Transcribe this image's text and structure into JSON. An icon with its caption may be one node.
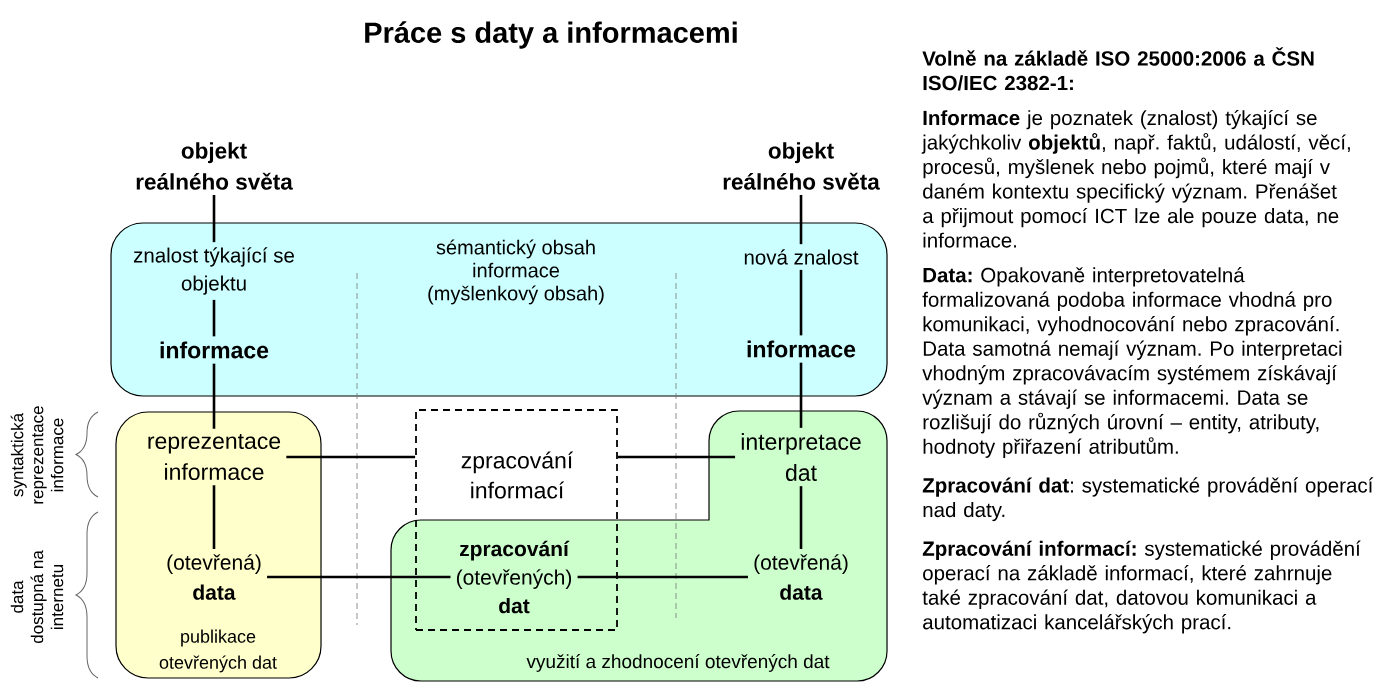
{
  "diagram": {
    "title": "Práce s daty a informacemi",
    "nodes": [
      {
        "text": [
          "objekt reálného světa"
        ]
      },
      {
        "text": [
          "objekt reálného světa"
        ]
      },
      {
        "text": [
          "sémantický obsah informace (myšlenkový obsah)"
        ]
      },
      {
        "text": [
          "znalost týkající se objektu"
        ],
        "in": 2
      },
      {
        "text": [
          "nová znalost"
        ],
        "in": 2
      },
      {
        "text": [
          "informace"
        ],
        "in": 2
      },
      {
        "text": [
          "informace"
        ],
        "in": 2
      },
      {
        "text": [
          "publikace otevřených dat"
        ]
      },
      {
        "text": [
          "reprezentace informace"
        ],
        "in": 7
      },
      {
        "text": [
          "zpracování informací"
        ]
      },
      {
        "text": [
          "využití a zhodnocení otevřených dat"
        ]
      },
      {
        "text": [
          "interpretace dat"
        ],
        "in": 10
      },
      {
        "text": [
          "(otevřená) **data**"
        ],
        "in": 7
      },
      {
        "text": [
          "**zpracování** (otevřených) **dat**"
        ],
        "in": 9
      },
      {
        "text": [
          "(otevřená) **data**"
        ],
        "in": 10
      }
    ],
    "edges": [
      {
        "from": 0,
        "to": 3,
        "arrow": "none"
      },
      {
        "from": 3,
        "to": 5,
        "arrow": "none"
      },
      {
        "from": 5,
        "to": 8,
        "arrow": "none"
      },
      {
        "from": 8,
        "to": 12,
        "arrow": "none"
      },
      {
        "from": 8,
        "to": 9,
        "arrow": "none"
      },
      {
        "from": 9,
        "to": 11,
        "arrow": "none"
      },
      {
        "from": 12,
        "to": 13,
        "arrow": "none"
      },
      {
        "from": 13,
        "to": 14,
        "arrow": "none"
      },
      {
        "from": 11,
        "to": 14,
        "arrow": "none"
      },
      {
        "from": 6,
        "to": 11,
        "arrow": "none"
      },
      {
        "from": 4,
        "to": 6,
        "arrow": "none"
      },
      {
        "from": 1,
        "to": 4,
        "arrow": "none"
      }
    ],
    "labels": [
      "syntaktická reprezentace informace",
      "data dostupná na internetu",
      "Volně na základě ISO 25000:2006 a ČSN ISO/IEC 2382-1:",
      "**Informace** je poznatek (znalost) týkající se jakýchkoliv **objektů**, např. faktů, událostí, věcí, procesů, myšlenek nebo pojmů, které mají v daném kontextu specifický význam. Přenášet a přijmout pomocí ICT lze ale pouze data, ne informace.",
      "**Data:** Opakovaně interpretovatelná formalizovaná podoba informace vhodná pro komunikaci, vyhodnocování nebo zpracování. Data samotná nemají význam. Po interpretaci vhodným zpracovávacím systémem získávají význam a stávají se informacemi. Data se rozlišují do různých úrovní – entity, atributy, hodnoty přiřazení atributům.",
      "**Zpracování dat**: systematické provádění operací nad daty.",
      "**Zpracování informací:** systematické provádění operací na základě informací, které zahrnuje také zpracování dat, datovou komunikaci a automatizaci kancelářských prací."
    ]
  }
}
